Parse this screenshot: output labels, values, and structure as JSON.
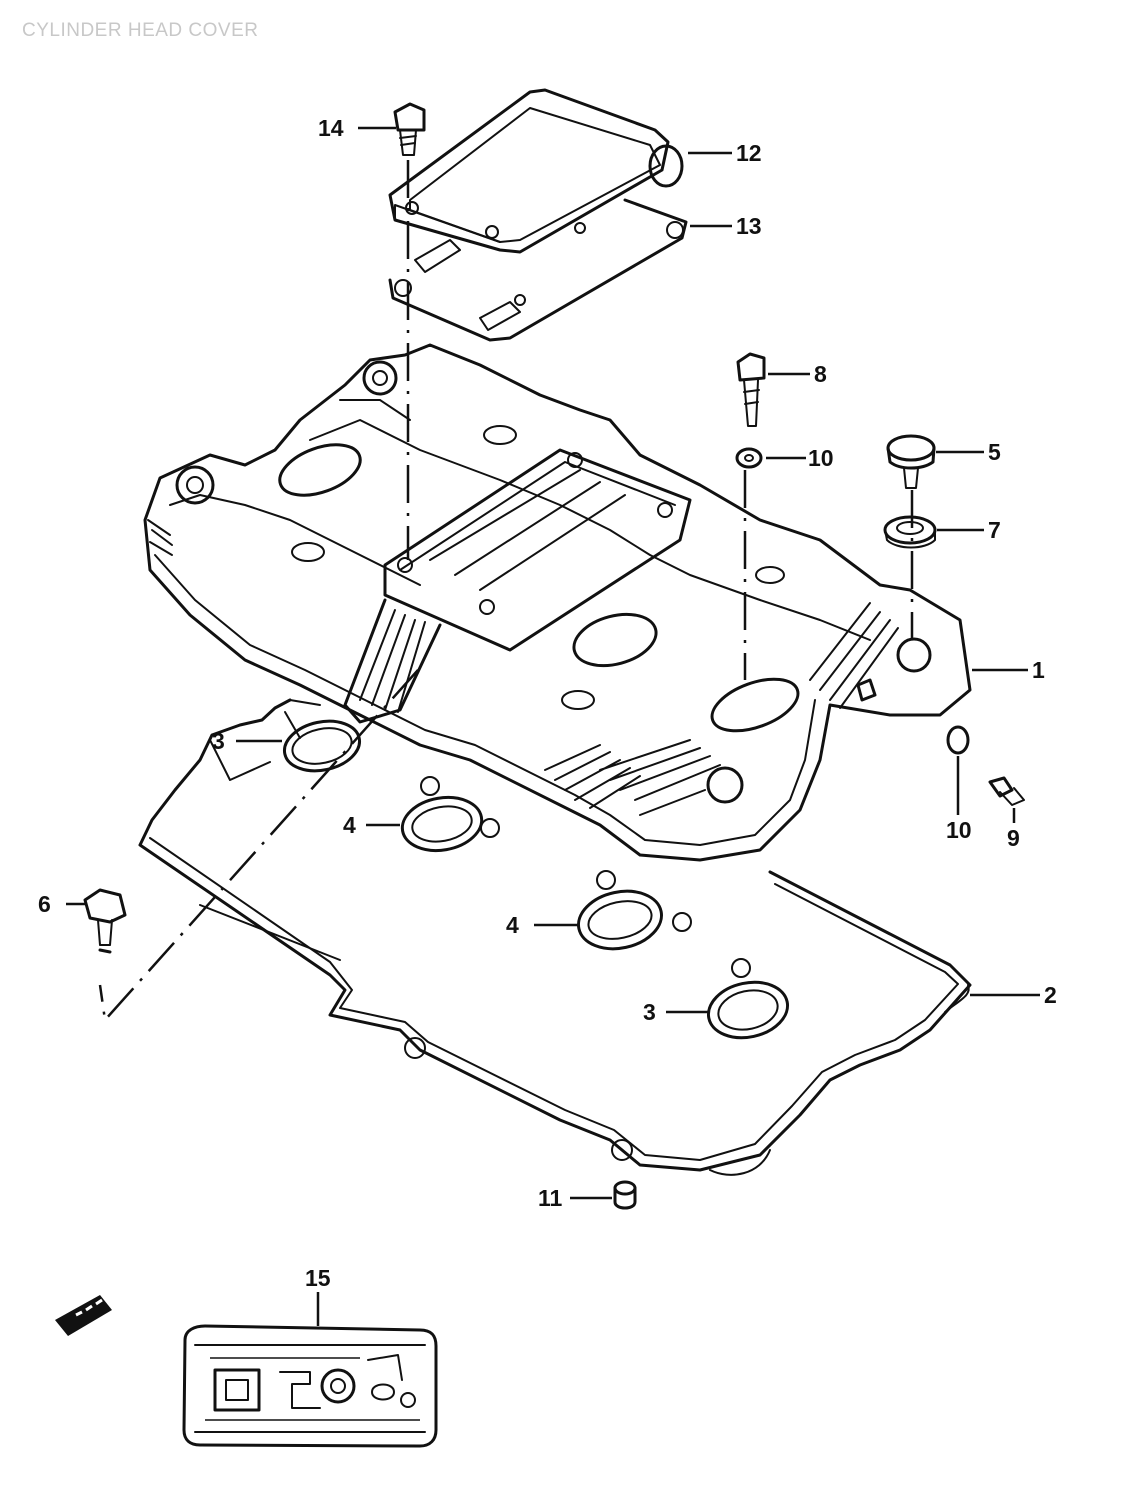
{
  "header": {
    "title": "CYLINDER HEAD COVER"
  },
  "callouts": {
    "c1": "1",
    "c2": "2",
    "c3a": "3",
    "c3b": "3",
    "c4a": "4",
    "c4b": "4",
    "c5": "5",
    "c6": "6",
    "c7": "7",
    "c8": "8",
    "c9": "9",
    "c10a": "10",
    "c10b": "10",
    "c11": "11",
    "c12": "12",
    "c13": "13",
    "c14": "14",
    "c15": "15"
  },
  "colors": {
    "ink": "#111111",
    "header_text": "#c8c8c8",
    "background": "#ffffff"
  }
}
